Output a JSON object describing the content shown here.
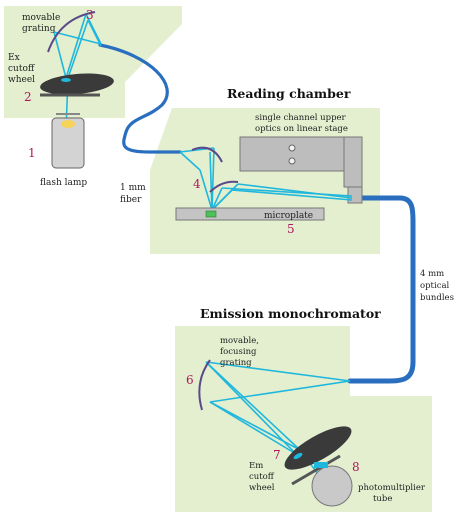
{
  "colors": {
    "panel": "#e3efcf",
    "beam": "#20b7dd",
    "fiber": "#2a6fbf",
    "number": "#b0185a",
    "grating": "#5a4a8a"
  },
  "titles": {
    "reading_chamber": "Reading chamber",
    "emission_monochromator": "Emission monochromator"
  },
  "labels": {
    "movable_grating": [
      "movable",
      "grating"
    ],
    "ex_cutoff_wheel": [
      "Ex",
      "cutoff",
      "wheel"
    ],
    "flash_lamp": "flash lamp",
    "fiber_1mm": [
      "1 mm",
      "fiber"
    ],
    "upper_optics": [
      "single channel upper",
      "optics on linear stage"
    ],
    "microplate": "microplate",
    "optical_bundles": [
      "4 mm",
      "optical",
      "bundles"
    ],
    "focusing_grating": [
      "movable,",
      "focusing",
      "grating"
    ],
    "em_cutoff_wheel": [
      "Em",
      "cutoff",
      "wheel"
    ],
    "photomultiplier_tube": [
      "photomultiplier",
      "tube"
    ]
  },
  "numbers": {
    "n1": "1",
    "n2": "2",
    "n3": "3",
    "n4": "4",
    "n5": "5",
    "n6": "6",
    "n7": "7",
    "n8": "8"
  }
}
